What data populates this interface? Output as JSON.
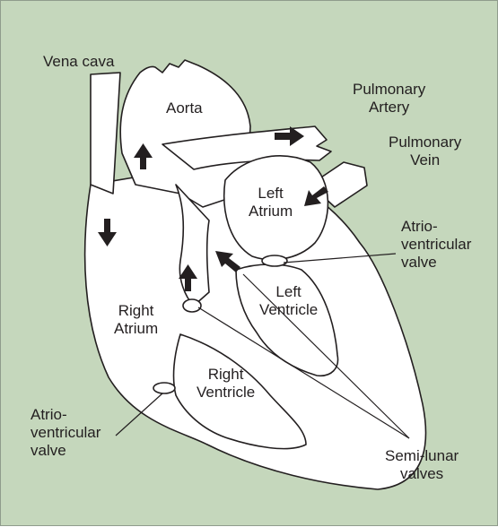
{
  "diagram": {
    "colors": {
      "background": "#c5d7bc",
      "heart_fill": "#ffffff",
      "outline": "#231f20",
      "arrow": "#231f20"
    },
    "labels": {
      "vena_cava": "Vena cava",
      "aorta": "Aorta",
      "pulmonary_artery": "Pulmonary\nArtery",
      "pulmonary_vein": "Pulmonary\nVein",
      "left_atrium": "Left\nAtrium",
      "atrioventricular_valve_left": "Atrio-\nventricular\nvalve",
      "left_ventricle": "Left\nVentricle",
      "right_atrium": "Right\nAtrium",
      "right_ventricle": "Right\nVentricle",
      "atrioventricular_valve_right": "Atrio-\nventricular\nvalve",
      "semilunar_valves": "Semi-lunar\nvalves"
    },
    "arrows": [
      "up",
      "right",
      "down-left",
      "down",
      "up",
      "up-left"
    ]
  }
}
